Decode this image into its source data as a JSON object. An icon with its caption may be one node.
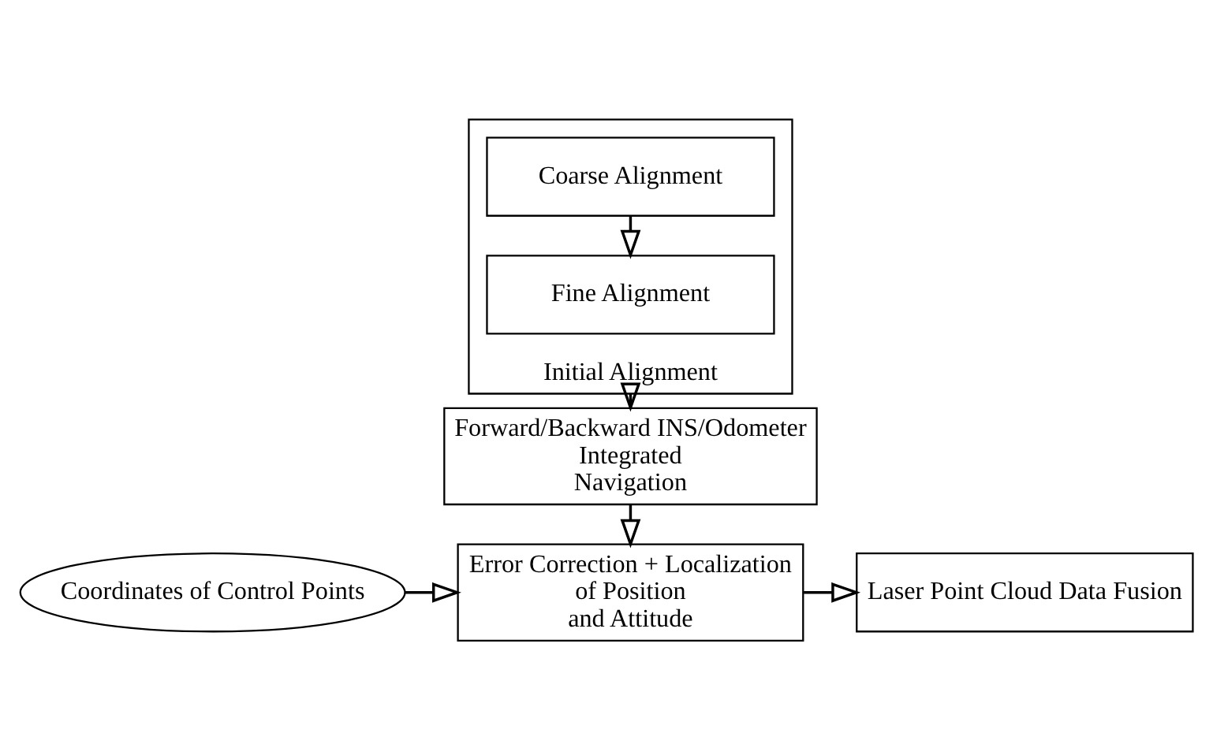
{
  "diagram": {
    "nodes": [
      {
        "text": [
          "Initial Alignment"
        ]
      },
      {
        "text": [
          "Coarse Alignment"
        ],
        "in": 0
      },
      {
        "text": [
          "Fine Alignment"
        ],
        "in": 0
      },
      {
        "text": [
          "Forward/Backward INS/Odometer Integrated Navigation"
        ]
      },
      {
        "text": [
          "Coordinates of Control Points"
        ]
      },
      {
        "text": [
          "Error Correction + Localization of Position and Attitude"
        ]
      },
      {
        "text": [
          "Laser Point Cloud Data Fusion"
        ]
      }
    ],
    "edges": [
      {
        "from": 1,
        "to": 2,
        "arrow": "to"
      },
      {
        "from": 0,
        "to": 3,
        "arrow": "to"
      },
      {
        "from": 3,
        "to": 5,
        "arrow": "to"
      },
      {
        "from": 4,
        "to": 5,
        "arrow": "to"
      },
      {
        "from": 5,
        "to": 6,
        "arrow": "to"
      }
    ]
  }
}
